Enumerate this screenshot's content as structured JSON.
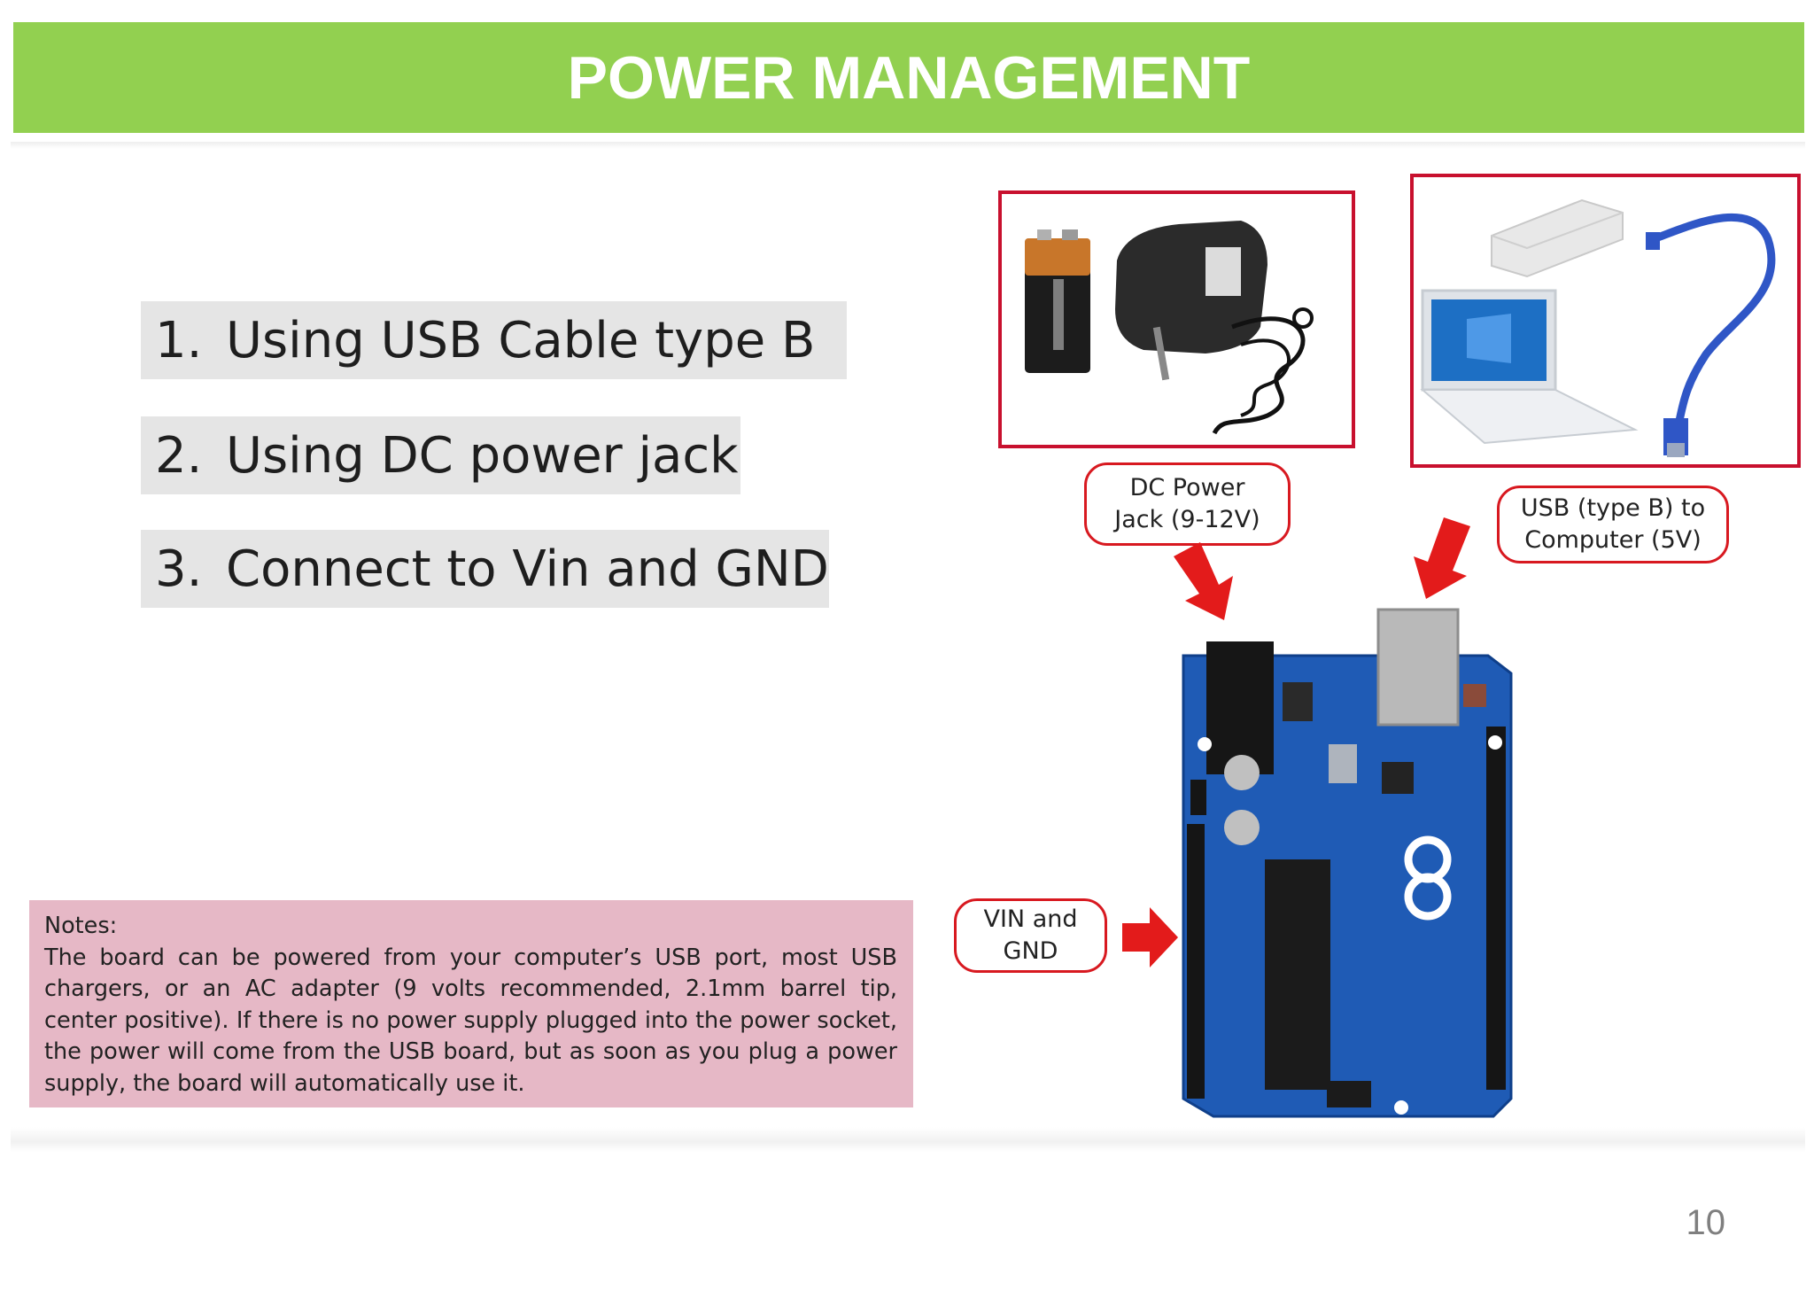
{
  "title": "POWER MANAGEMENT",
  "list": [
    {
      "num": "1.",
      "text": "Using USB Cable type B"
    },
    {
      "num": "2.",
      "text": "Using DC power jack"
    },
    {
      "num": "3.",
      "text": "Connect to Vin and GND"
    }
  ],
  "notes": {
    "title": "Notes:",
    "body": "The board can be powered from your computer’s USB port, most USB chargers, or an AC adapter (9 volts recommended, 2.1mm barrel tip, center positive). If there is no power supply plugged into the power socket, the power will come from the USB board, but as soon as you plug a power supply, the board will automatically use it."
  },
  "callouts": {
    "dc_line1": "DC Power",
    "dc_line2": "Jack (9-12V)",
    "usb_line1": "USB (type B) to",
    "usb_line2": "Computer (5V)",
    "vin_line1": "VIN and",
    "vin_line2": "GND"
  },
  "page_number": "10",
  "colors": {
    "title_bar": "#92d050",
    "list_bg": "#e5e5e5",
    "notes_bg": "#e6b8c6",
    "accent_red": "#d81920",
    "board_blue": "#1f5bb5"
  },
  "icons": [
    "battery-icon",
    "power-adapter-icon",
    "power-bank-icon",
    "laptop-icon",
    "usb-cable-icon",
    "arduino-board-icon",
    "arrow-down-icon",
    "arrow-right-icon"
  ]
}
